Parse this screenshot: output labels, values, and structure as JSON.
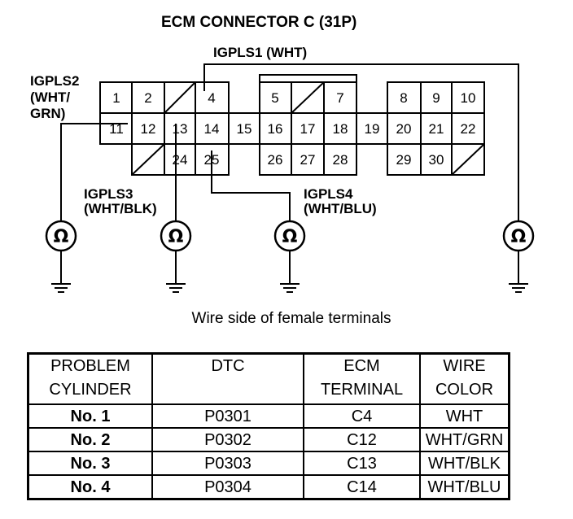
{
  "title": "ECM CONNECTOR C (31P)",
  "caption": "Wire side of female terminals",
  "labels": {
    "igpls1": "IGPLS1 (WHT)",
    "igpls2_l1": "IGPLS2",
    "igpls2_l2": "(WHT/",
    "igpls2_l3": "GRN)",
    "igpls3_l1": "IGPLS3",
    "igpls3_l2": "(WHT/BLK)",
    "igpls4_l1": "IGPLS4",
    "igpls4_l2": "(WHT/BLU)"
  },
  "ohm_symbol": "Ω",
  "pins": {
    "p1": "1",
    "p2": "2",
    "p4": "4",
    "p5": "5",
    "p7": "7",
    "p8": "8",
    "p9": "9",
    "p10": "10",
    "p11": "11",
    "p12": "12",
    "p13": "13",
    "p14": "14",
    "p15": "15",
    "p16": "16",
    "p17": "17",
    "p18": "18",
    "p19": "19",
    "p20": "20",
    "p21": "21",
    "p22": "22",
    "p24": "24",
    "p25": "25",
    "p26": "26",
    "p27": "27",
    "p28": "28",
    "p29": "29",
    "p30": "30"
  },
  "table": {
    "headers": [
      [
        "PROBLEM",
        "CYLINDER"
      ],
      [
        "DTC",
        ""
      ],
      [
        "ECM",
        "TERMINAL"
      ],
      [
        "WIRE",
        "COLOR"
      ]
    ],
    "rows": [
      [
        "No. 1",
        "P0301",
        "C4",
        "WHT"
      ],
      [
        "No. 2",
        "P0302",
        "C12",
        "WHT/GRN"
      ],
      [
        "No. 3",
        "P0303",
        "C13",
        "WHT/BLK"
      ],
      [
        "No. 4",
        "P0304",
        "C14",
        "WHT/BLU"
      ]
    ]
  }
}
